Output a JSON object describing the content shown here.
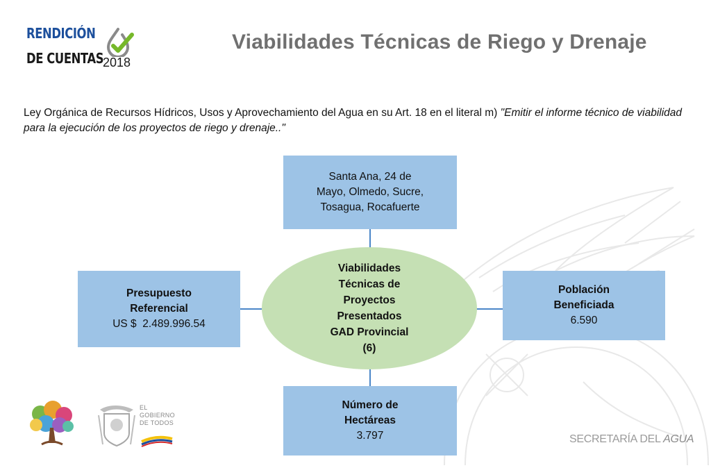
{
  "logo": {
    "line1": "RENDICIÓN",
    "line2": "DE CUENTAS",
    "year": "2018",
    "mark_icon": "check-drop-icon",
    "colors": {
      "blue": "#1c4f9c",
      "green": "#76b82a",
      "gray": "#8a8a8a"
    }
  },
  "title": "Viabilidades Técnicas de Riego y Drenaje",
  "law": {
    "text": "Ley Orgánica de Recursos Hídricos, Usos y Aprovechamiento del Agua en su Art. 18 en el literal m) ",
    "quote": "\"Emitir el informe técnico de viabilidad para la ejecución de los proyectos de riego y drenaje..\""
  },
  "diagram": {
    "center": {
      "lines": [
        "Viabilidades",
        "Técnicas de",
        "Proyectos",
        "Presentados",
        "GAD Provincial",
        "(6)"
      ]
    },
    "top": {
      "text": "Santa Ana, 24 de Mayo, Olmedo, Sucre, Tosagua, Rocafuerte"
    },
    "left": {
      "label_line1": "Presupuesto",
      "label_line2": "Referencial",
      "value": "US $  2.489.996.54"
    },
    "right": {
      "label_line1": "Población",
      "label_line2": "Beneficiada",
      "value": "6.590"
    },
    "bottom": {
      "label_line1": "Número de",
      "label_line2": "Hectáreas",
      "value": "3.797"
    },
    "colors": {
      "box": "#9dc3e6",
      "center": "#c5e0b4",
      "connector": "#4a86c8"
    }
  },
  "footer": {
    "tree_icon": "tree-logo-icon",
    "coat_of_arms_icon": "coat-of-arms-icon",
    "gov_line1": "EL",
    "gov_line2": "GOBIERNO",
    "gov_line3": "DE TODOS",
    "secretaria": "SECRETARÍA DEL ",
    "agua": "AGUA"
  }
}
